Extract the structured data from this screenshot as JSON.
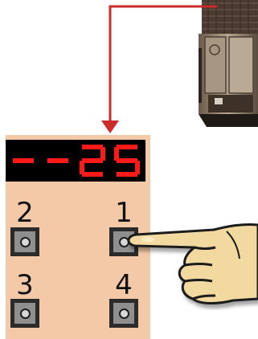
{
  "display": {
    "readout": "--25",
    "segment_color": "#ff1a1a",
    "background_color": "#000000"
  },
  "keypad": {
    "keys": [
      {
        "label": "2"
      },
      {
        "label": "1"
      },
      {
        "label": "3"
      },
      {
        "label": "4"
      }
    ],
    "panel_color": "#f3c9a8"
  },
  "arrow": {
    "color": "#cc2b2b"
  },
  "device": {
    "icon": "electrical-cabinet-photo"
  },
  "pointer": {
    "icon": "pointing-hand-icon"
  }
}
